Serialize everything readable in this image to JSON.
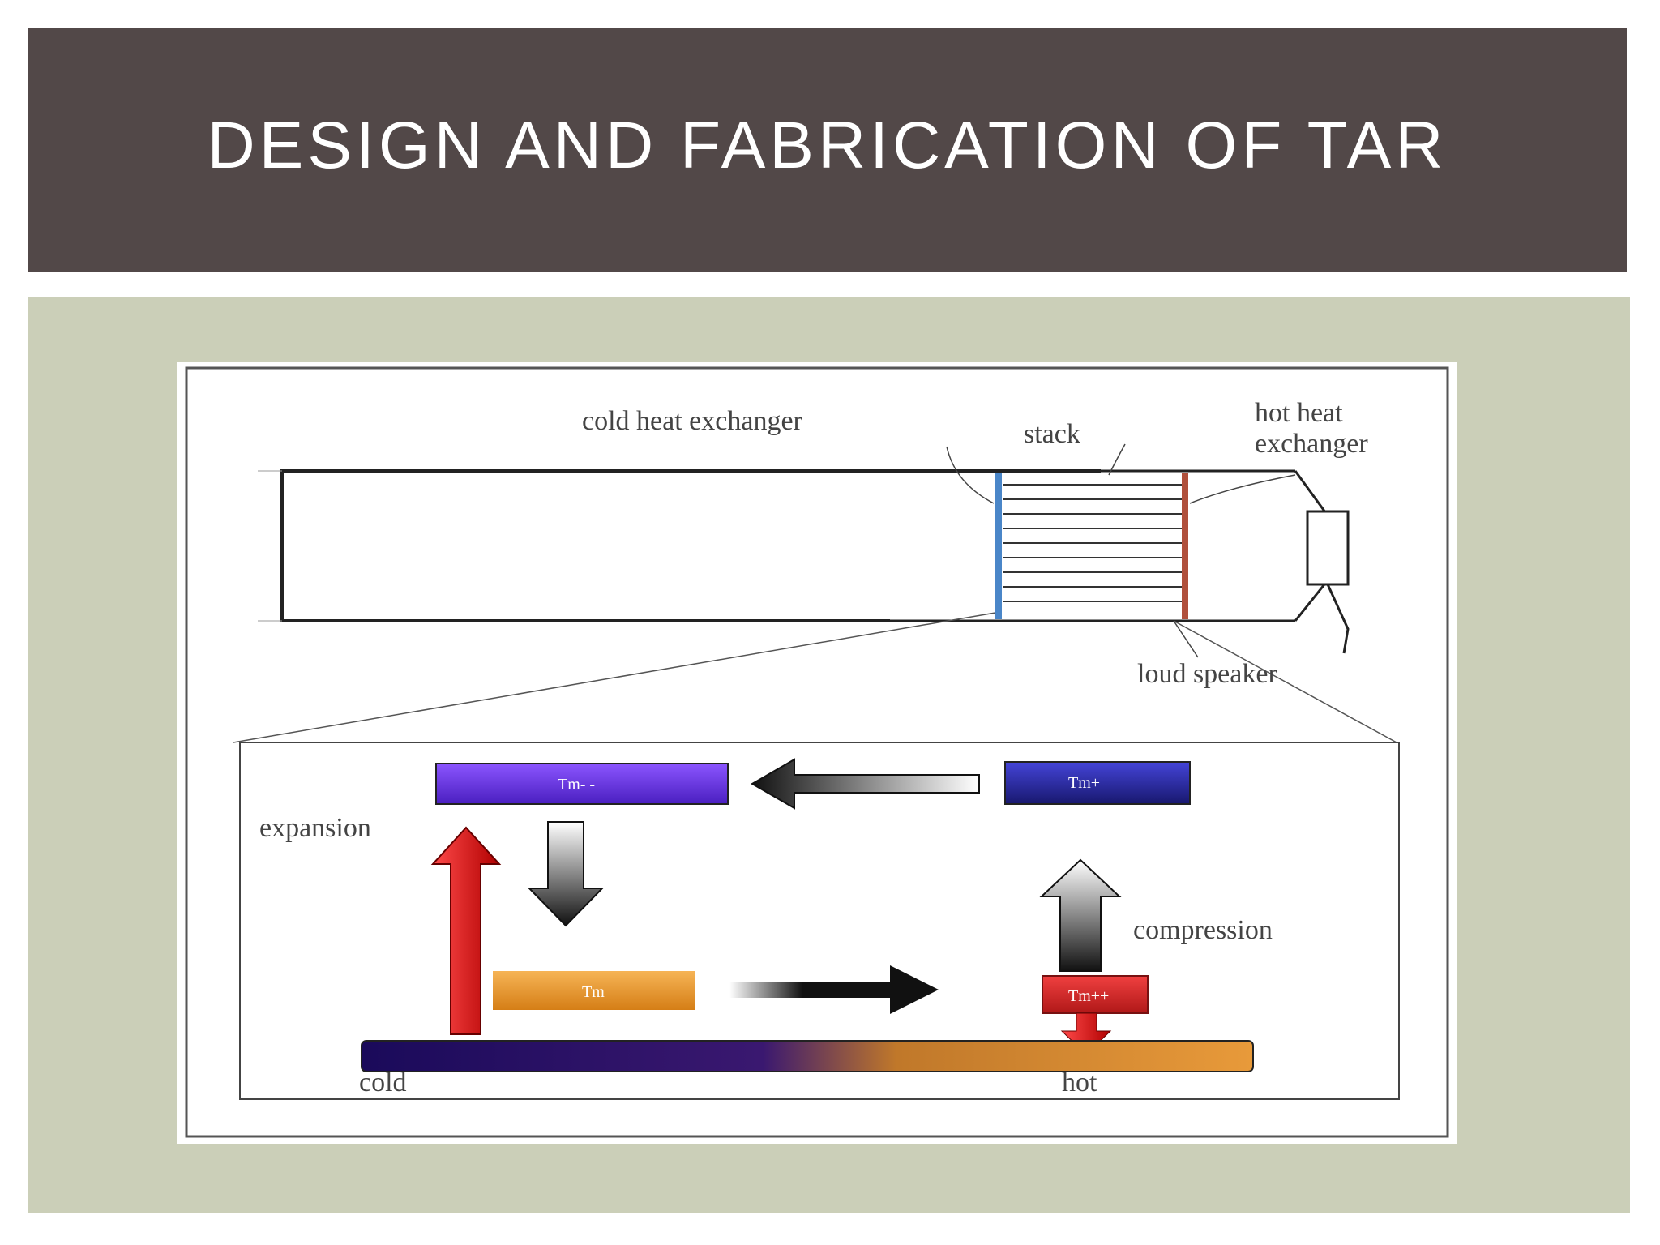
{
  "slide": {
    "title": "DESIGN AND FABRICATION OF TAR"
  },
  "diagram": {
    "labels": {
      "cold_heat_exchanger": "cold heat exchanger",
      "stack": "stack",
      "hot_heat_exchanger_line1": "hot heat",
      "hot_heat_exchanger_line2": "exchanger",
      "loud_speaker": "loud speaker",
      "expansion": "expansion",
      "compression": "compression",
      "cold": "cold",
      "hot": "hot"
    },
    "colors": {
      "title_bar": "#524848",
      "content_bg": "#cbcfb8",
      "cold_exchanger": "#4a86c8",
      "hot_exchanger": "#b0503c",
      "purple_box": "#6a2ee0",
      "blue_box": "#2a2aa0",
      "orange_box": "#e8952a",
      "red_box": "#d42a2a",
      "red_arrow": "#d41a1a"
    }
  }
}
